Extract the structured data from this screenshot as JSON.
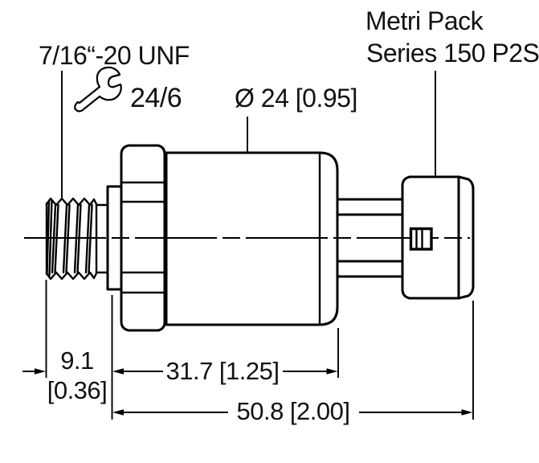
{
  "page": {
    "background": "#ffffff",
    "line_color": "#000000"
  },
  "drawing": {
    "type": "dimensional-drawing",
    "subject": "pressure-sensor-side-view",
    "labels": {
      "thread_spec": "7/16“-20 UNF",
      "wrench_size": "24/6",
      "diameter": "Ø 24 [0.95]",
      "connector_line1": "Metri Pack",
      "connector_line2": "Series 150 P2S"
    },
    "dimensions": {
      "thread_length_mm": "9.1",
      "thread_length_in": "[0.36]",
      "hex_to_body_length": "31.7 [1.25]",
      "overall_length": "50.8 [2.00]"
    }
  }
}
